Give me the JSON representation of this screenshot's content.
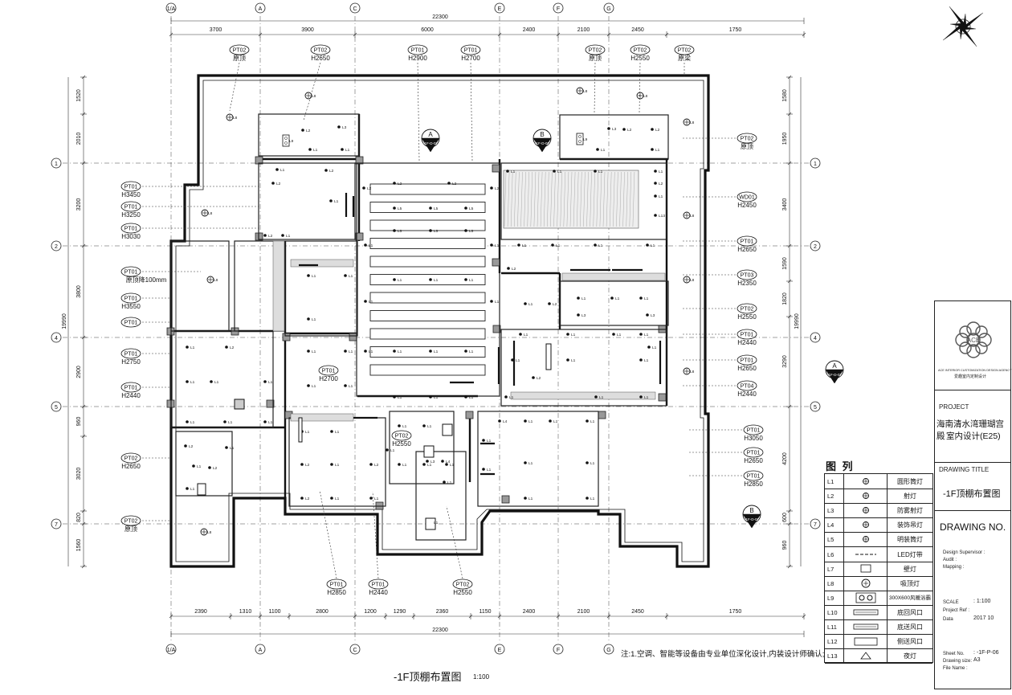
{
  "grid": {
    "columns": [
      "1/A",
      "A",
      "C",
      "E",
      "F",
      "G"
    ],
    "rows": [
      "1",
      "2",
      "4",
      "5",
      "7"
    ],
    "total_width": "22300",
    "total_height": "19990",
    "top_dims": [
      "3700",
      "3900",
      "6000",
      "2400",
      "2100",
      "2450",
      "1750"
    ],
    "bottom_dims": [
      "2390",
      "1310",
      "1100",
      "2800",
      "1200",
      "1290",
      "2360",
      "1150",
      "2400",
      "2100",
      "2450",
      "1750"
    ],
    "left_dims": [
      "1520",
      "2010",
      "3200",
      "3800",
      "2900",
      "960",
      "3020",
      "820",
      "1560"
    ],
    "right_dims": [
      "1580",
      "1950",
      "3400",
      "1590",
      "1820",
      "3290",
      "4200",
      "600",
      "960"
    ]
  },
  "tags": {
    "top": [
      {
        "code": "PT02",
        "text": "原顶"
      },
      {
        "code": "PT02",
        "text": "H2650"
      },
      {
        "code": "PT01",
        "text": "H2900"
      },
      {
        "code": "PT01",
        "text": "H2700"
      },
      {
        "code": "PT02",
        "text": "原顶"
      },
      {
        "code": "PT02",
        "text": "H2550"
      },
      {
        "code": "PT02",
        "text": "原梁"
      }
    ],
    "left": [
      {
        "code": "PT01",
        "text": "H3450"
      },
      {
        "code": "PT01",
        "text": "H3250"
      },
      {
        "code": "PT01",
        "text": "H3030"
      },
      {
        "code": "PT01",
        "text": "原顶降100mm"
      },
      {
        "code": "PT01",
        "text": "H3550"
      },
      {
        "code": "PT01",
        "text": ""
      },
      {
        "code": "PT01",
        "text": "H2750"
      },
      {
        "code": "PT01",
        "text": "H2440"
      },
      {
        "code": "PT02",
        "text": "H2650"
      },
      {
        "code": "PT02",
        "text": "原顶"
      }
    ],
    "right": [
      {
        "code": "PT02",
        "text": "原顶"
      },
      {
        "code": "WD01",
        "text": "H2450"
      },
      {
        "code": "PT01",
        "text": "H2650"
      },
      {
        "code": "PT03",
        "text": "H2350"
      },
      {
        "code": "PT02",
        "text": "H2550"
      },
      {
        "code": "PT01",
        "text": "H2440"
      },
      {
        "code": "PT01",
        "text": "H2650"
      },
      {
        "code": "PT04",
        "text": "H2440"
      },
      {
        "code": "PT01",
        "text": "H3050"
      },
      {
        "code": "PT01",
        "text": "H2650"
      },
      {
        "code": "PT01",
        "text": "H2850"
      }
    ],
    "bottom": [
      {
        "code": "PT01",
        "text": "H2850"
      },
      {
        "code": "PT01",
        "text": "H2440"
      },
      {
        "code": "PT02",
        "text": "H2550"
      }
    ],
    "center": [
      {
        "code": "PT01",
        "text": "H2700"
      },
      {
        "code": "PT02",
        "text": "H2550"
      }
    ]
  },
  "section_marks": [
    {
      "letter": "A",
      "ref": "-1F-D-07"
    },
    {
      "letter": "B",
      "ref": "-1F-D-07"
    },
    {
      "letter": "A",
      "ref": "-1F-D-07"
    },
    {
      "letter": "B",
      "ref": "-1F-D-07"
    }
  ],
  "lights": {
    "L1": "L1",
    "L2": "L2",
    "L3": "L3",
    "L4": "L4",
    "L5": "L5",
    "L8": "L8",
    "L9": "L9",
    "L13": "L13"
  },
  "legend": {
    "title": "图 列",
    "items": [
      {
        "code": "L1",
        "name": "圆形筒灯",
        "icon": "circle-cross-icon"
      },
      {
        "code": "L2",
        "name": "射灯",
        "icon": "spotlight-icon"
      },
      {
        "code": "L3",
        "name": "防雾射灯",
        "icon": "fog-spotlight-icon"
      },
      {
        "code": "L4",
        "name": "装饰吊灯",
        "icon": "pendant-icon"
      },
      {
        "code": "L5",
        "name": "明装筒灯",
        "icon": "surface-downlight-icon"
      },
      {
        "code": "L6",
        "name": "LED灯带",
        "icon": "led-strip-icon"
      },
      {
        "code": "L7",
        "name": "壁灯",
        "icon": "wall-lamp-icon"
      },
      {
        "code": "L8",
        "name": "吸顶灯",
        "icon": "ceiling-lamp-icon"
      },
      {
        "code": "L9",
        "name": "300X600风暖浴霸",
        "icon": "bath-heater-icon"
      },
      {
        "code": "L10",
        "name": "底回风口",
        "icon": "return-vent-icon"
      },
      {
        "code": "L11",
        "name": "底送风口",
        "icon": "supply-vent-icon"
      },
      {
        "code": "L12",
        "name": "侧送风口",
        "icon": "side-vent-icon"
      },
      {
        "code": "L13",
        "name": "夜灯",
        "icon": "night-light-icon"
      }
    ]
  },
  "title_block": {
    "brand_line1": "ACE INTERIOR CUSTOMIZATION DESIGN AGENCY",
    "brand_line2": "爱趣室内定制设计",
    "brand_logo_text": "ACE",
    "project_label": "PROJECT",
    "project_name_1": "海南清水湾珊瑚宫殿",
    "project_name_2": "室内设计(E25)",
    "drawing_title_label": "DRAWING TITLE",
    "drawing_title": "-1F顶棚布置图",
    "drawing_no_label": "DRAWING NO.",
    "design_supervisor": "Design Supervisor :",
    "audit": "Audit        :",
    "mapping": "Mapping      :",
    "scale_label": "SCALE",
    "scale_value": ": 1:100",
    "project_ref": "Project Ref :",
    "data_label": "Data",
    "data_value": "2017 10",
    "sheet_no_label": "Sheet No.",
    "sheet_no_value": ": -1F-P-06",
    "drawing_size_label": "Drawing size:",
    "drawing_size_value": "A3",
    "file_name": "File Name     :"
  },
  "note": "注:1.空调、智能等设备由专业单位深化设计,内装设计师确认;",
  "drawing_caption": "-1F顶棚布置图",
  "drawing_scale": "1:100",
  "compass": "compass-icon"
}
